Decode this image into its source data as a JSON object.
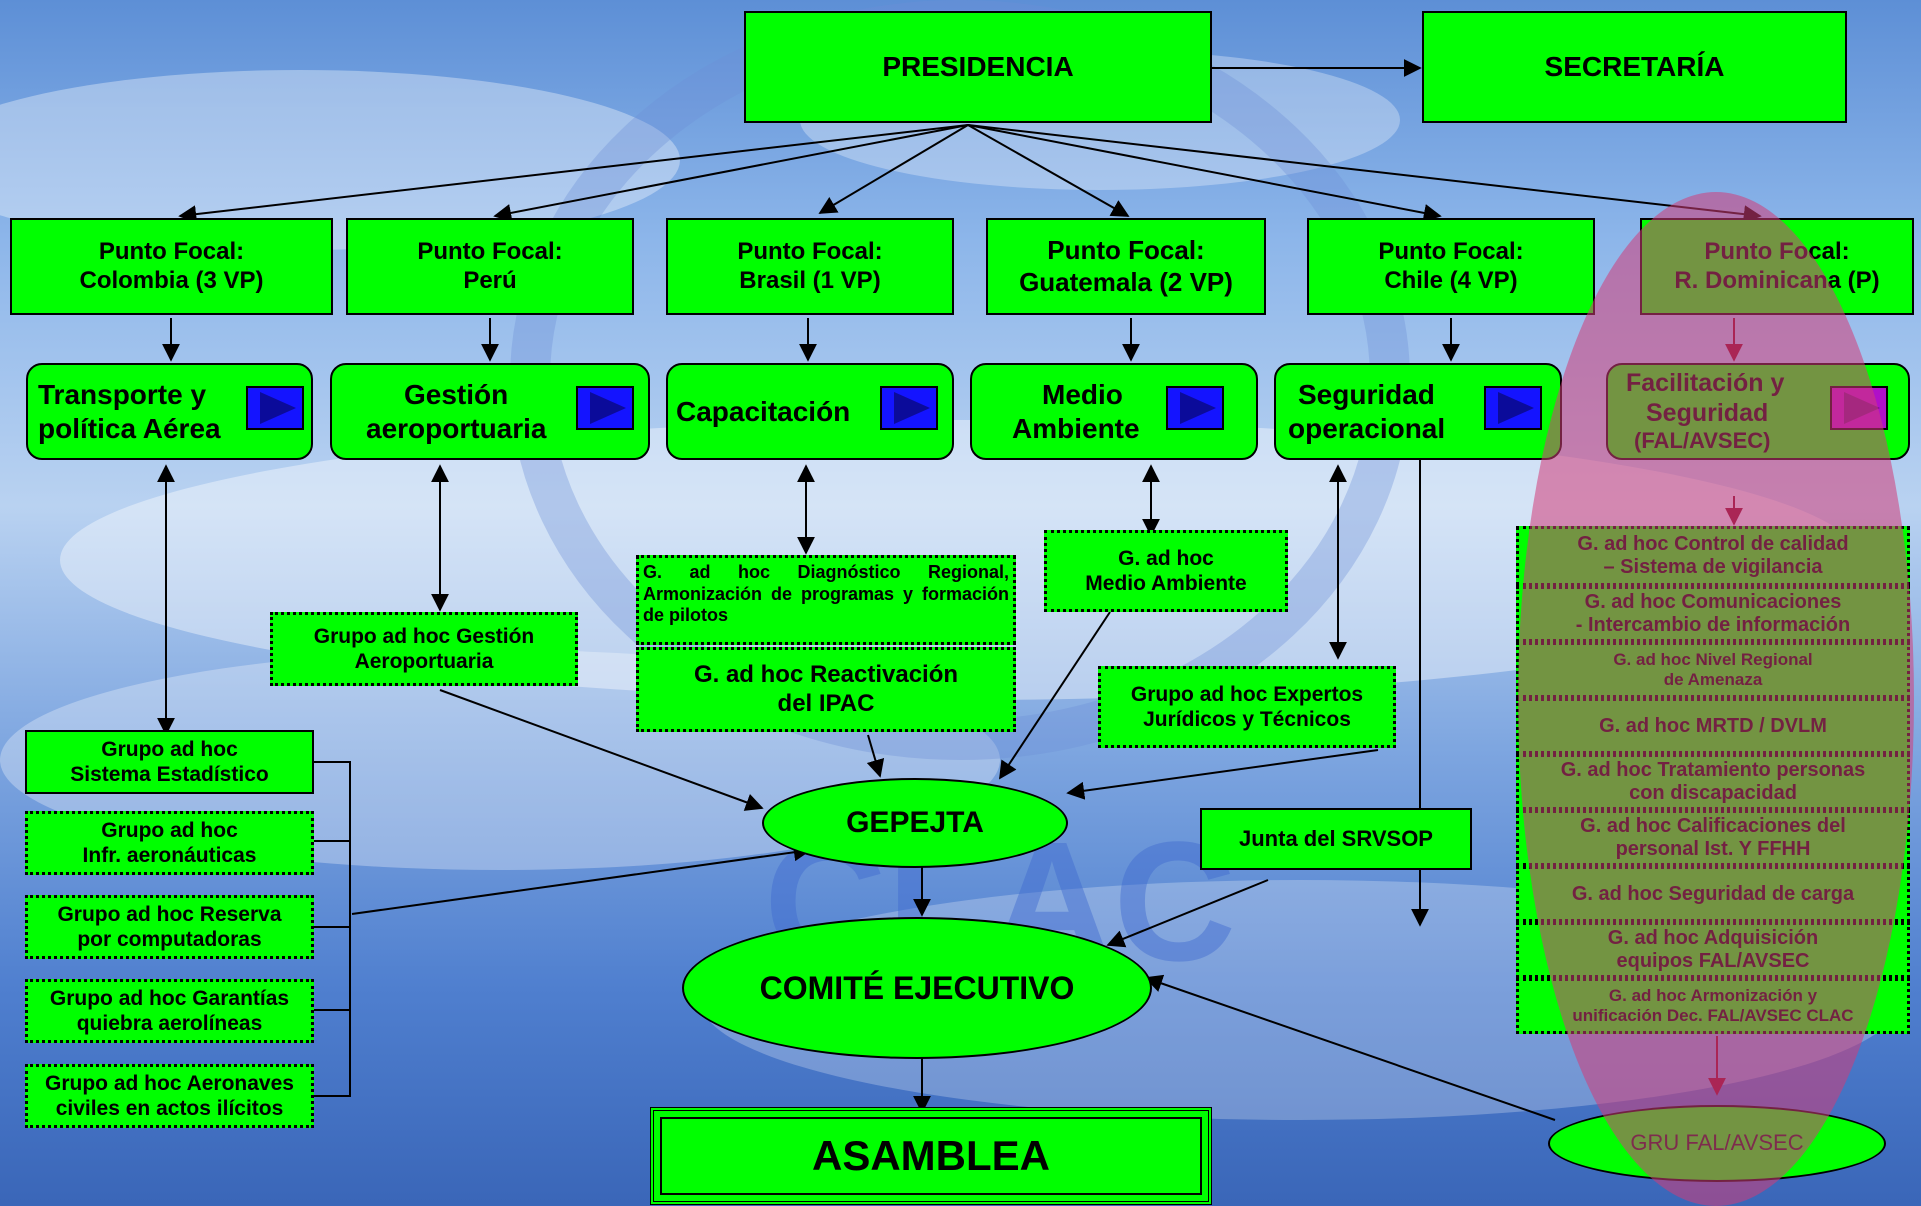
{
  "diagram": {
    "presidencia": "PRESIDENCIA",
    "secretaria": "SECRETARÍA",
    "focal_points": [
      {
        "line1": "Punto Focal:",
        "line2": "Colombia (3 VP)"
      },
      {
        "line1": "Punto Focal:",
        "line2": "Perú"
      },
      {
        "line1": "Punto Focal:",
        "line2": "Brasil (1 VP)"
      },
      {
        "line1": "Punto Focal:",
        "line2": "Guatemala (2 VP)"
      },
      {
        "line1": "Punto Focal:",
        "line2": "Chile (4 VP)"
      },
      {
        "line1": "Punto Focal:",
        "line2": "R. Dominicana (P)"
      }
    ],
    "areas": [
      {
        "line1": "Transporte y",
        "line2": "política Aérea"
      },
      {
        "line1": "Gestión",
        "line2": "aeroportuaria"
      },
      {
        "line1": "Capacitación",
        "line2": ""
      },
      {
        "line1": "Medio",
        "line2": "Ambiente"
      },
      {
        "line1": "Seguridad",
        "line2": "operacional"
      },
      {
        "line1": "Facilitación y",
        "line2": "Seguridad",
        "line3": "(FAL/AVSEC)"
      }
    ],
    "groups": {
      "brasil_diag": "G. ad hoc Diagnóstico Regional, Armonización de programas y formación de pilotos",
      "brasil_ipac_1": "G. ad hoc Reactivación",
      "brasil_ipac_2": "del IPAC",
      "medio_1": "G. ad hoc",
      "medio_2": "Medio Ambiente",
      "gestion_1": "Grupo ad hoc Gestión",
      "gestion_2": "Aeroportuaria",
      "juridicos_1": "Grupo ad hoc Expertos",
      "juridicos_2": "Jurídicos y Técnicos",
      "junta": "Junta del SRVSOP"
    },
    "transporte_groups": [
      {
        "line1": "Grupo ad hoc",
        "line2": "Sistema Estadístico"
      },
      {
        "line1": "Grupo ad hoc",
        "line2": "Infr. aeronáuticas"
      },
      {
        "line1": "Grupo ad hoc Reserva",
        "line2": "por computadoras"
      },
      {
        "line1": "Grupo ad hoc Garantías",
        "line2": "quiebra aerolíneas"
      },
      {
        "line1": "Grupo ad hoc Aeronaves",
        "line2": "civiles en actos ilícitos"
      }
    ],
    "fal_groups": [
      {
        "line1": "G. ad hoc Control de calidad",
        "line2": "– Sistema de vigilancia"
      },
      {
        "line1": "G. ad hoc Comunicaciones",
        "line2": "- Intercambio de información"
      },
      {
        "line1": "G. ad hoc Nivel Regional",
        "line2": "de Amenaza"
      },
      {
        "line1": "G. ad hoc MRTD / DVLM",
        "line2": ""
      },
      {
        "line1": "G. ad hoc Tratamiento personas",
        "line2": "con discapacidad"
      },
      {
        "line1": "G. ad hoc Calificaciones del",
        "line2": "personal Ist. Y FFHH"
      },
      {
        "line1": "G. ad hoc Seguridad de carga",
        "line2": ""
      },
      {
        "line1": "G. ad hoc Adquisición",
        "line2": "equipos FAL/AVSEC"
      },
      {
        "line1": "G. ad hoc Armonización y",
        "line2": "unificación Dec. FAL/AVSEC CLAC"
      }
    ],
    "gepejta": "GEPEJTA",
    "comite": "COMITÉ EJECUTIVO",
    "asamblea": "ASAMBLEA",
    "gru": "GRU FAL/AVSEC",
    "watermark": "CLAC"
  }
}
